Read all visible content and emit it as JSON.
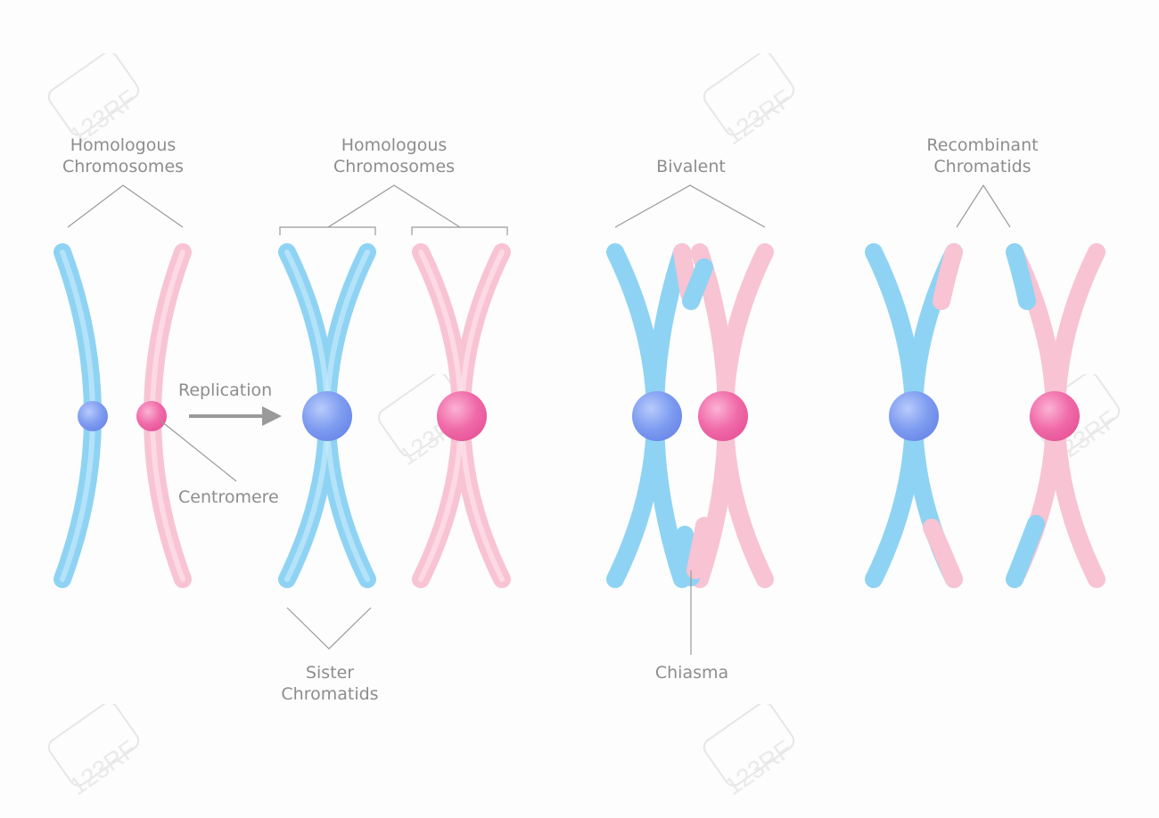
{
  "panels": {
    "homologous_left": {
      "line1": "Homologous",
      "line2": "Chromosomes"
    },
    "replication": "Replication",
    "centromere": "Centromere",
    "homologous_right": {
      "line1": "Homologous",
      "line2": "Chromosomes"
    },
    "sister": {
      "line1": "Sister",
      "line2": "Chromatids"
    },
    "bivalent": "Bivalent",
    "chiasma": "Chiasma",
    "recombinant": {
      "line1": "Recombinant",
      "line2": "Chromatids"
    }
  },
  "colors": {
    "blue": "#8ed3f3",
    "pink": "#f8c3d3",
    "blue_centromere": "#7e9cf0",
    "pink_centromere": "#f06aa8",
    "label": "#8d8d8d",
    "line": "#9a9a9a"
  },
  "watermark": "123RF"
}
